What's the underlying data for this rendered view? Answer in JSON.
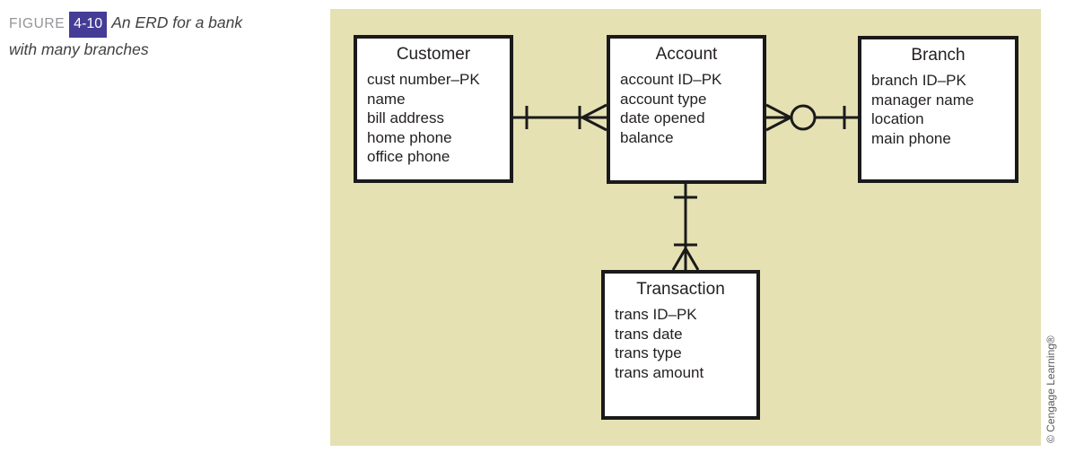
{
  "caption": {
    "figure_label": "FIGURE",
    "figure_number": "4-10",
    "line1": "An ERD for a bank",
    "line2": "with many branches"
  },
  "credit": {
    "text": "© Cengage Learning®"
  },
  "colors": {
    "panel_background": "#e5e1b3",
    "entity_border": "#1a1a1a",
    "entity_fill": "#ffffff",
    "badge_background": "#453c96",
    "badge_text": "#ffffff",
    "figure_label_text": "#939598",
    "caption_text": "#414042",
    "credit_text": "#58595b"
  },
  "diagram": {
    "type": "entity-relationship-diagram",
    "notation": "crows-foot",
    "entities": [
      {
        "name": "Customer",
        "attributes": [
          "cust number–PK",
          "name",
          "bill address",
          "home phone",
          "office phone"
        ]
      },
      {
        "name": "Account",
        "attributes": [
          "account ID–PK",
          "account type",
          "date opened",
          "balance"
        ]
      },
      {
        "name": "Branch",
        "attributes": [
          "branch ID–PK",
          "manager name",
          "location",
          "main phone"
        ]
      },
      {
        "name": "Transaction",
        "attributes": [
          "trans ID–PK",
          "trans date",
          "trans type",
          "trans amount"
        ]
      }
    ],
    "relationships": [
      {
        "from": "Customer",
        "to": "Account",
        "from_end": "one (bar tick)",
        "to_end": "one-or-many (bar tick + crow's foot)"
      },
      {
        "from": "Account",
        "to": "Branch",
        "from_end": "zero-or-many (crow's foot + circle)",
        "to_end": "one (bar tick)"
      },
      {
        "from": "Account",
        "to": "Transaction",
        "from_end": "one (bar tick)",
        "to_end": "one-or-many (bar tick + crow's foot)"
      }
    ]
  }
}
